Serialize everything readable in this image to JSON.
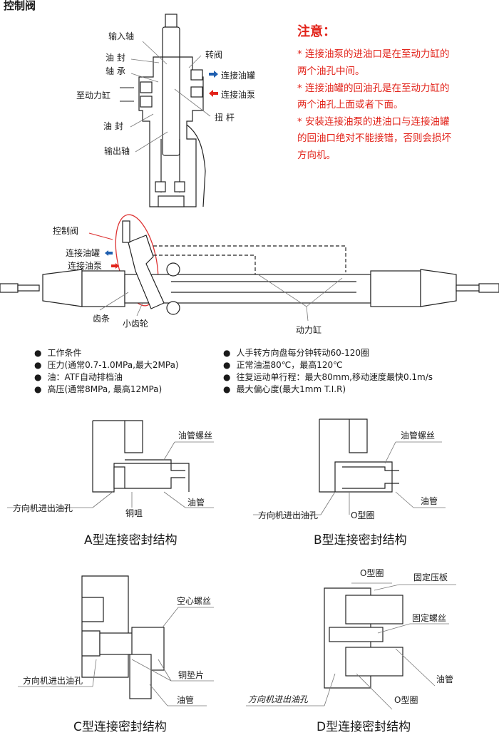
{
  "title": "控制阀",
  "valve_labels": {
    "input_shaft": "输入轴",
    "oil_seal_top": "油 封",
    "bearing": "轴 承",
    "rotary_valve": "转阀",
    "to_tank": "连接油罐",
    "to_pump": "连接油泵",
    "to_cylinder": "至动力缸",
    "torsion_bar": "扭 杆",
    "oil_seal_bottom": "油 封",
    "output_shaft": "输出轴"
  },
  "notes": {
    "heading": "注意：",
    "lines": [
      "* 连接油泵的进油口是在至动力缸的",
      "两个油孔中间。",
      "* 连接油罐的回油孔是在至动力缸的",
      "两个油孔上面或者下面。",
      "* 安装连接油泵的进油口与连接油罐",
      "的回油口绝对不能接错，否则会损坏",
      "方向机。"
    ]
  },
  "rack_labels": {
    "control_valve": "控制阀",
    "to_tank": "连接油罐",
    "to_pump": "连接油泵",
    "rack": "齿条",
    "pinion": "小齿轮",
    "power_cylinder": "动力缸"
  },
  "specs": {
    "left": [
      "工作条件",
      "压力(通常0.7-1.0MPa,最大2MPa)",
      "油：ATF自动排档油",
      "高压(通常8MPa, 最高12MPa)"
    ],
    "right": [
      "人手转方向盘每分钟转动60-120圈",
      "正常油温80℃，最高120℃",
      "往复运动单行程：最大80mm,移动速度最快0.1m/s",
      "最大偏心度(最大1mm T.I.R)"
    ]
  },
  "diagram_a": {
    "caption": "A型连接密封结构",
    "pipe_screw": "油管螺丝",
    "pipe": "油管",
    "port": "方向机进出油孔",
    "copper_nozzle": "铜咀"
  },
  "diagram_b": {
    "caption": "B型连接密封结构",
    "pipe_screw": "油管螺丝",
    "pipe": "油管",
    "port": "方向机进出油孔",
    "o_ring": "O型圈"
  },
  "diagram_c": {
    "caption": "C型连接密封结构",
    "hollow_screw": "空心螺丝",
    "copper_washer": "铜垫片",
    "pipe": "油管",
    "port": "方向机进出油孔"
  },
  "diagram_d": {
    "caption": "D型连接密封结构",
    "o_ring_top": "O型圈",
    "fixing_plate": "固定压板",
    "fixing_screw": "固定螺丝",
    "pipe": "油管",
    "port": "方向机进出油孔",
    "o_ring_bottom": "O型圈"
  },
  "colors": {
    "note_red": "#e2231a",
    "tank_arrow": "#1f5fb0",
    "pump_arrow": "#e2231a"
  }
}
